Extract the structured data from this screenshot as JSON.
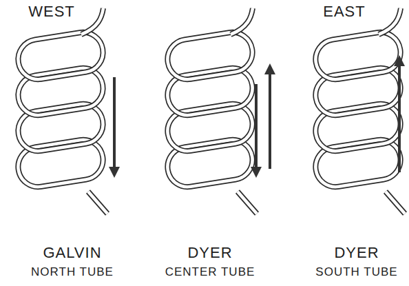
{
  "diagram": {
    "labels": [
      "WEST",
      "EAST",
      "GALVIN",
      "NORTH TUBE",
      "DYER",
      "CENTER TUBE",
      "DYER",
      "SOUTH TUBE"
    ]
  }
}
